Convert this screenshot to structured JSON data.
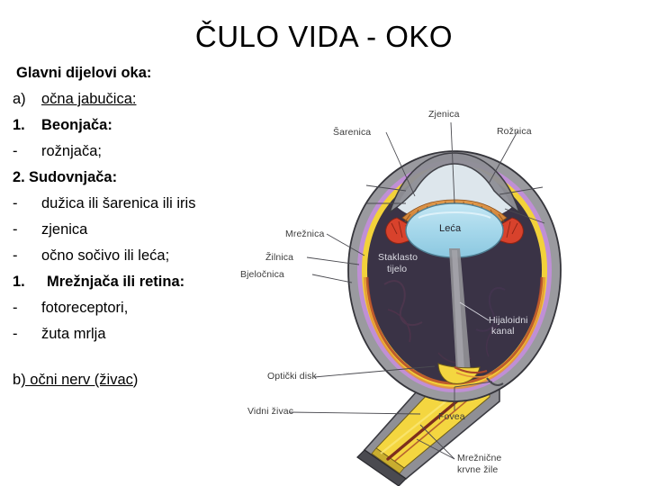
{
  "slide": {
    "title": "ČULO VIDA - OKO",
    "background_color": "#ffffff"
  },
  "outline": {
    "heading": "Glavni dijelovi oka:",
    "items": [
      {
        "marker": "a)",
        "text": "očna jabučica:",
        "bold": false,
        "underline": true,
        "style": "m-a"
      },
      {
        "marker": "1.",
        "text": "Beonjača:",
        "bold": true,
        "underline": false,
        "style": "m-n"
      },
      {
        "marker": "-",
        "text": "rožnjača;",
        "bold": false,
        "underline": false,
        "style": "m-d"
      },
      {
        "marker": "2.",
        "text": "Sudovnjača:",
        "bold": true,
        "underline": false,
        "style": "m-n2"
      },
      {
        "marker": "-",
        "text": "dužica  ili šarenica ili iris",
        "bold": false,
        "underline": false,
        "style": "m-d"
      },
      {
        "marker": "-",
        "text": "zjenica",
        "bold": false,
        "underline": false,
        "style": "m-d"
      },
      {
        "marker": "-",
        "text": "očno sočivo ili leća;",
        "bold": false,
        "underline": false,
        "style": "m-d"
      },
      {
        "marker": "1.",
        "text": "Mrežnjača ili retina:",
        "bold": true,
        "underline": false,
        "style": "m-n3"
      },
      {
        "marker": "-",
        "text": "fotoreceptori,",
        "bold": false,
        "underline": false,
        "style": "m-d"
      },
      {
        "marker": "-",
        "text": "žuta mrlja",
        "bold": false,
        "underline": false,
        "style": "m-d"
      }
    ],
    "nerve_entry": {
      "prefix": "b",
      "underlined": ") očni nerv (živac",
      "suffix": ")"
    }
  },
  "diagram": {
    "name": "cross-section-of-human-eye",
    "labels": {
      "sarenica": "Šarenica",
      "zjenica": "Zjenica",
      "roznica": "Rožnica",
      "leca": "Leća",
      "mreznica": "Mrežnica",
      "zilnica": "Žilnica",
      "bjelocnica": "Bjeločnica",
      "staklasto_tijelo_line1": "Staklasto",
      "staklasto_tijelo_line2": "tijelo",
      "hijaloidni_line1": "Hijaloidni",
      "hijaloidni_line2": "kanal",
      "opticki_disk": "Optički disk",
      "vidni_zivac": "Vidni živac",
      "fovea": "Fovea",
      "krvne_zile_line1": "Mrežnične",
      "krvne_zile_line2": "krvne žile"
    },
    "colors": {
      "sclera_gray": "#9a9a9a",
      "choroid_violet": "#bf8fd4",
      "retina_yellow": "#f2d23a",
      "vitreous_purple": "#3a3346",
      "lens_blue": "#a6d8ea",
      "iris_orange": "#d98a3c",
      "ciliary_red": "#d93a2a",
      "cornea_gray": "#8d8d92",
      "nerve_yellow": "#f2d23a",
      "vessel_darkred": "#7a2b1c",
      "anterior_chamber": "#dfe6ec"
    }
  }
}
